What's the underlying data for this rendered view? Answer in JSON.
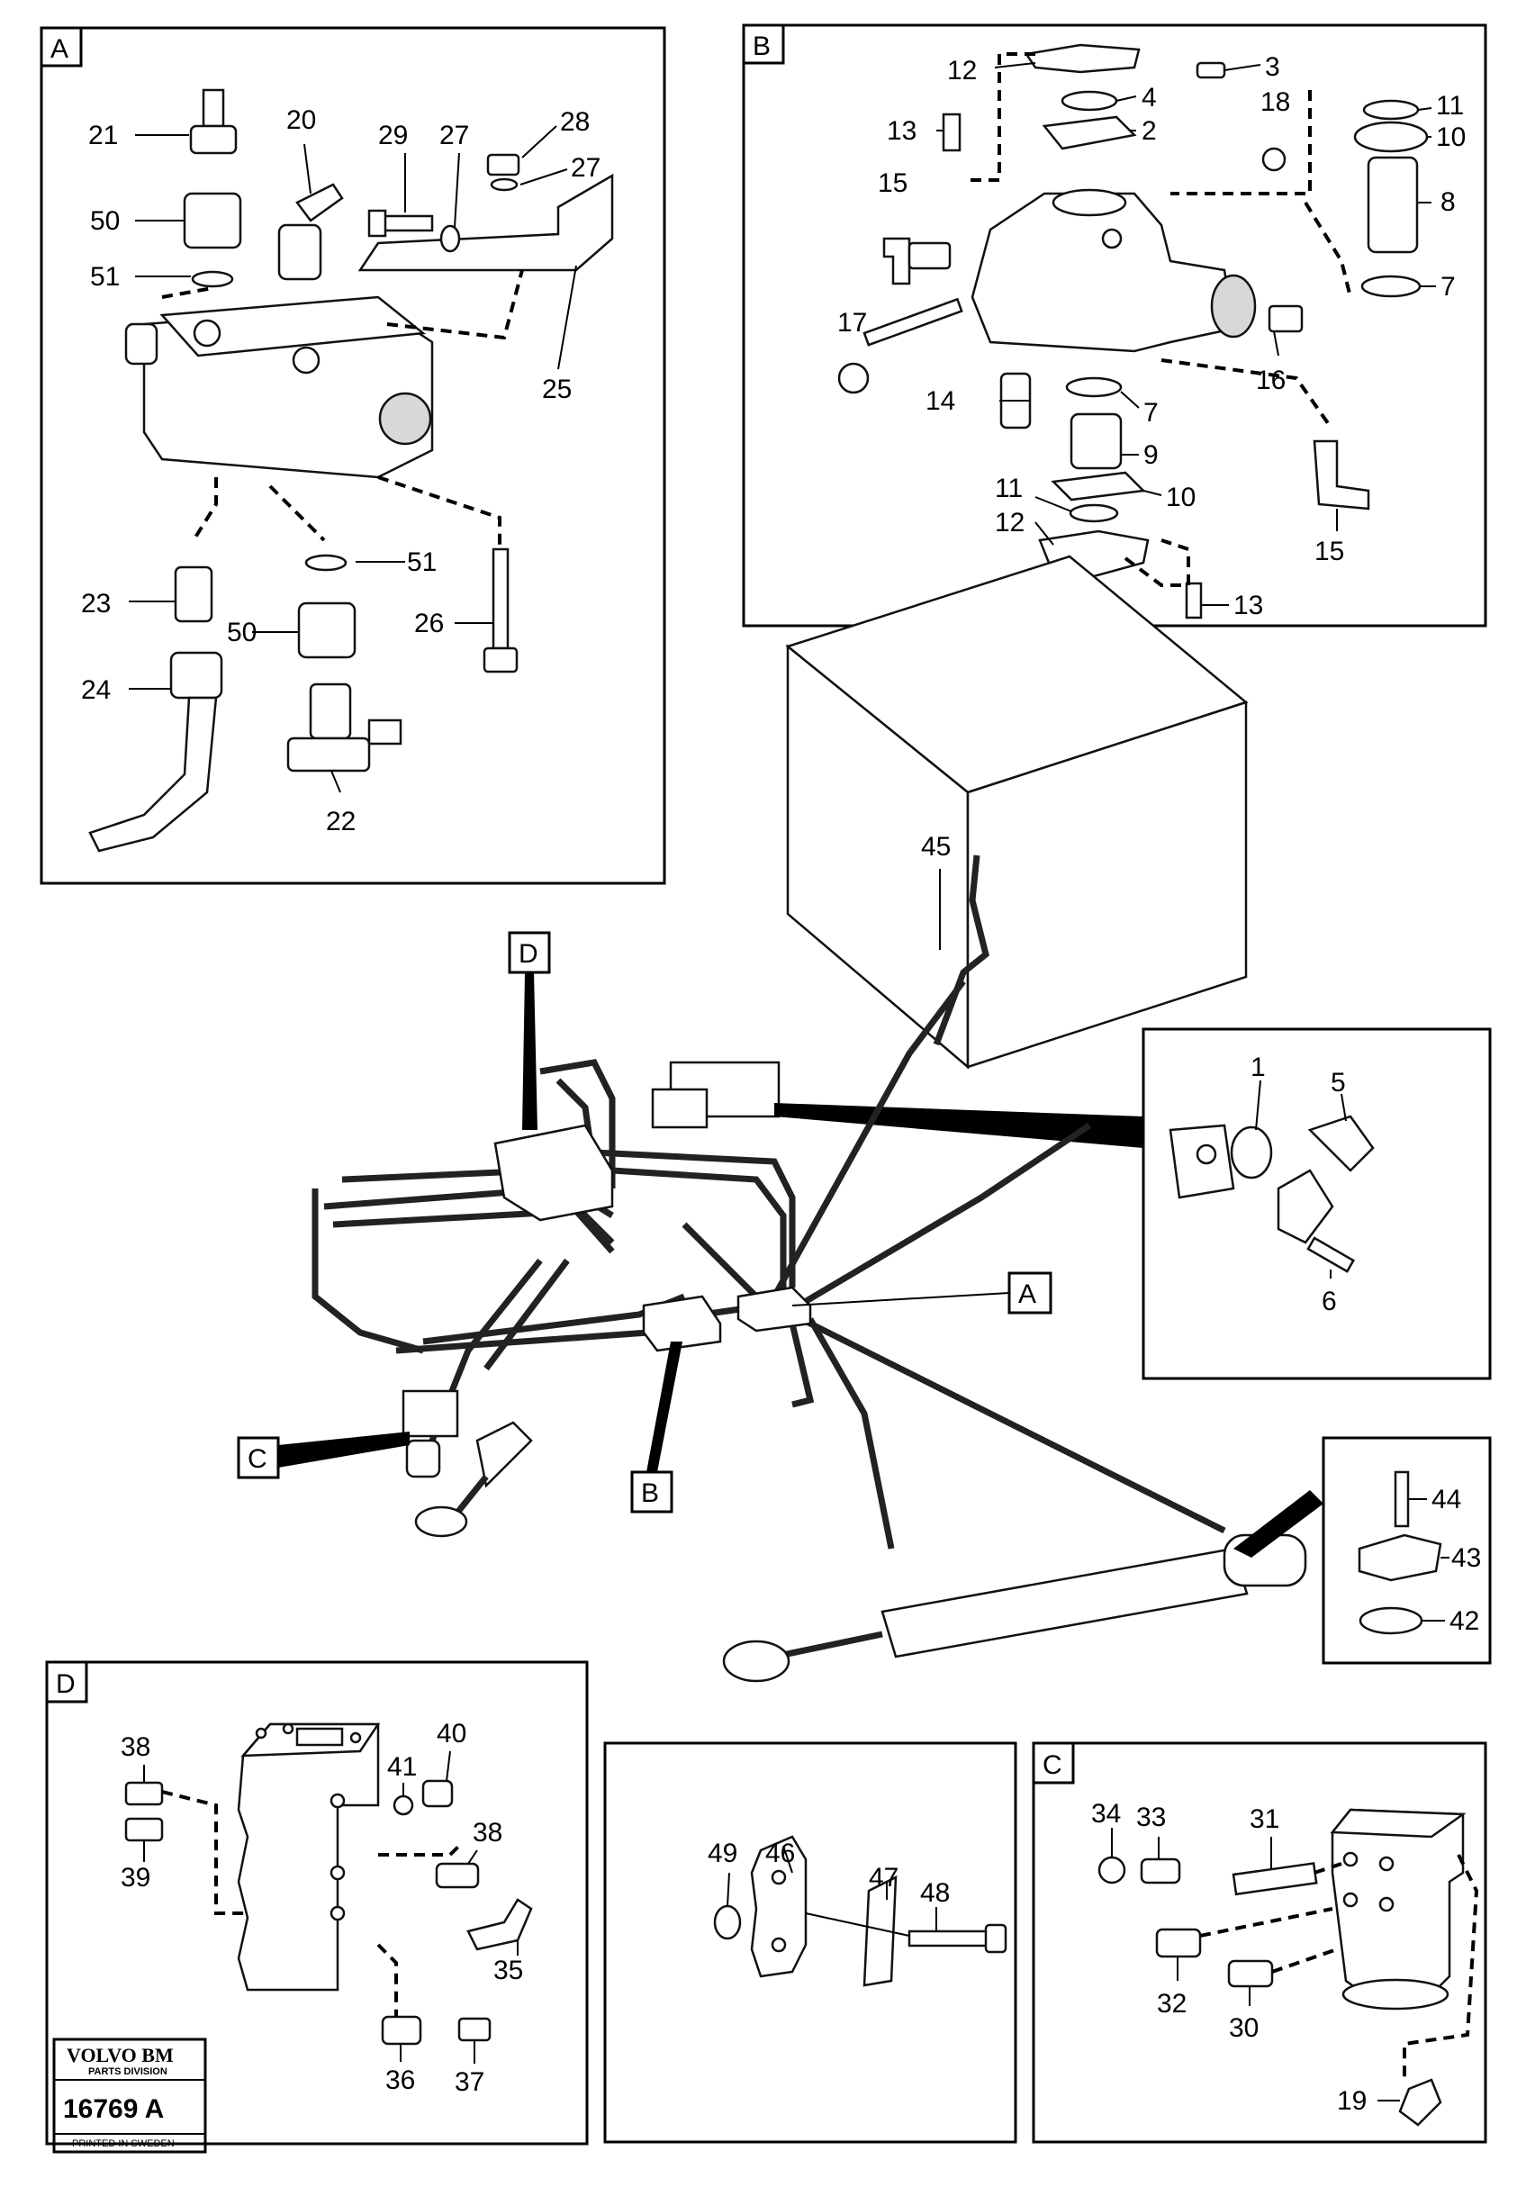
{
  "panels": {
    "A": {
      "label": "A"
    },
    "B": {
      "label": "B"
    },
    "C": {
      "label": "C"
    },
    "D": {
      "label": "D"
    },
    "clamp": {
      "label": ""
    }
  },
  "main_tags": [
    "D",
    "A",
    "C",
    "B"
  ],
  "callouts": {
    "A": [
      "21",
      "20",
      "29",
      "27",
      "28",
      "27",
      "50",
      "51",
      "25",
      "23",
      "51",
      "50",
      "26",
      "24",
      "22"
    ],
    "B": [
      "12",
      "3",
      "4",
      "13",
      "18",
      "2",
      "11",
      "10",
      "15",
      "8",
      "7",
      "17",
      "16",
      "14",
      "7",
      "9",
      "10",
      "11",
      "12",
      "15",
      "13"
    ],
    "detail1": [
      "1",
      "5",
      "6"
    ],
    "detail2": [
      "44",
      "43",
      "42"
    ],
    "main": [
      "45"
    ],
    "D": [
      "40",
      "41",
      "39",
      "38",
      "38",
      "35",
      "36",
      "37"
    ],
    "clamp": [
      "49",
      "46",
      "47",
      "48"
    ],
    "C": [
      "34",
      "33",
      "31",
      "32",
      "30",
      "19"
    ]
  },
  "title_block": {
    "brand": "VOLVO BM",
    "division": "PARTS DIVISION",
    "ref": "16769 A",
    "printed": "PRINTED IN SWEDEN"
  }
}
